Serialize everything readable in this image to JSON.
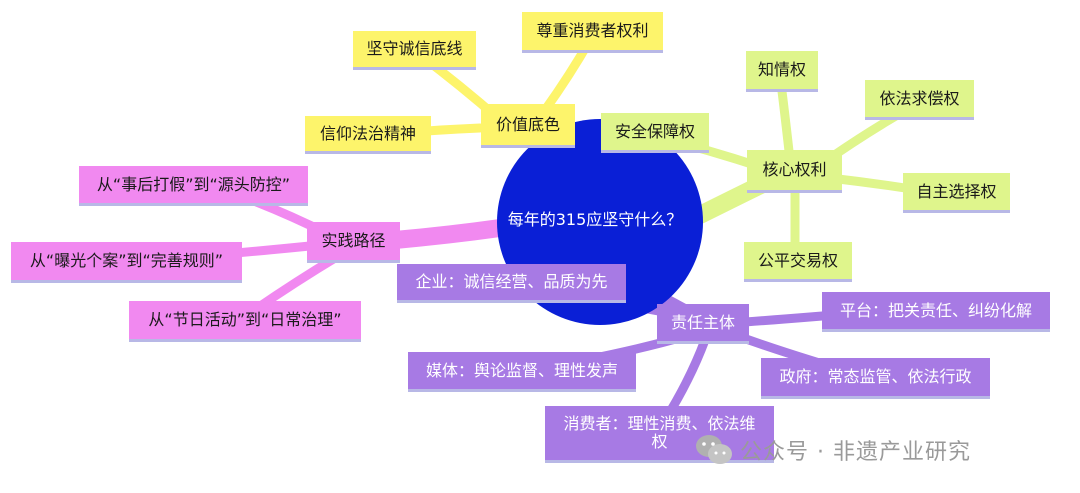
{
  "center": {
    "title": "每年的315应坚守什么？"
  },
  "branches": {
    "value": {
      "label": "价值底色",
      "children": [
        "坚守诚信底线",
        "尊重消费者权利",
        "信仰法治精神"
      ]
    },
    "rights": {
      "label": "核心权利",
      "children": [
        "知情权",
        "依法求偿权",
        "安全保障权",
        "自主选择权",
        "公平交易权"
      ]
    },
    "practice": {
      "label": "实践路径",
      "children": [
        "从“事后打假”到“源头防控”",
        "从“曝光个案”到“完善规则”",
        "从“节日活动”到“日常治理”"
      ]
    },
    "responsibility": {
      "label": "责任主体",
      "children": [
        "企业：诚信经营、品质为先",
        "平台：把关责任、纠纷化解",
        "媒体：舆论监督、理性发声",
        "政府：常态监管、依法行政",
        "消费者：理性消费、依法维",
        "权"
      ]
    }
  },
  "watermark": {
    "text": "公众号 · 非遗产业研究",
    "icon": "wechat-icon"
  },
  "colors": {
    "center": "#0a1fd6",
    "value": "#fdf46b",
    "rights": "#dff58c",
    "practice": "#f189f0",
    "responsibility": "#a77ae4"
  }
}
